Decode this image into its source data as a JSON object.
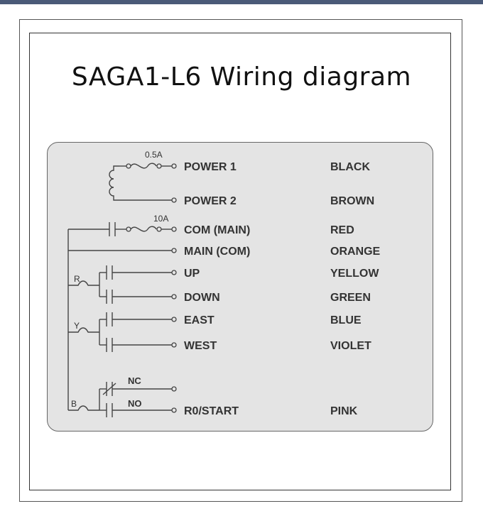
{
  "title": "SAGA1-L6 Wiring diagram",
  "fuses": {
    "small": "0.5A",
    "large": "10A"
  },
  "contacts": {
    "nc": "NC",
    "no": "NO"
  },
  "relays": {
    "r": "R",
    "y": "Y",
    "b": "B"
  },
  "terminals": [
    {
      "name": "POWER 1",
      "color": "BLACK"
    },
    {
      "name": "POWER 2",
      "color": "BROWN"
    },
    {
      "name": "COM (MAIN)",
      "color": "RED"
    },
    {
      "name": "MAIN (COM)",
      "color": "ORANGE"
    },
    {
      "name": "UP",
      "color": "YELLOW"
    },
    {
      "name": "DOWN",
      "color": "GREEN"
    },
    {
      "name": "EAST",
      "color": "BLUE"
    },
    {
      "name": "WEST",
      "color": "VIOLET"
    },
    {
      "name": "R0/START",
      "color": "PINK"
    }
  ]
}
